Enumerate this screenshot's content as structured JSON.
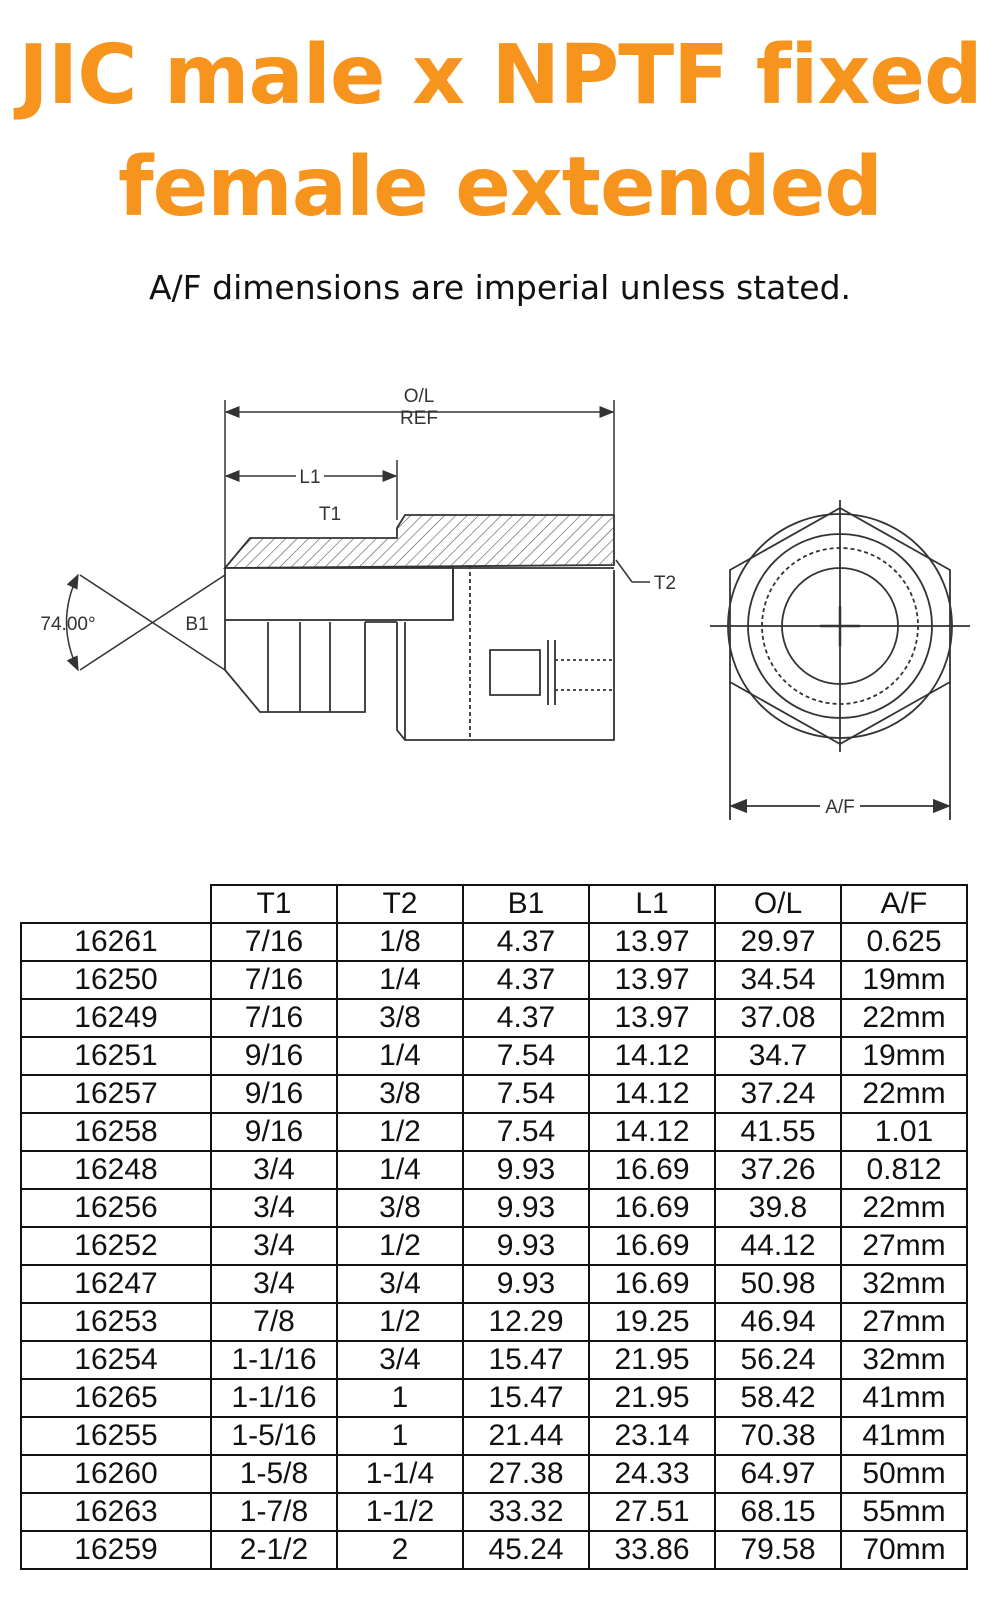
{
  "title_line1": "JIC male x NPTF fixed",
  "title_line2": "female extended",
  "subtitle": "A/F dimensions are imperial unless stated.",
  "drawing": {
    "ol_label": "O/L",
    "ref_label": "REF",
    "l1_label": "L1",
    "t1_label": "T1",
    "t2_label": "T2",
    "angle_label": "74.00°",
    "b1_label": "B1",
    "af_label": "A/F"
  },
  "table": {
    "headers": [
      "T1",
      "T2",
      "B1",
      "L1",
      "O/L",
      "A/F"
    ],
    "rows": [
      [
        "16261",
        "7/16",
        "1/8",
        "4.37",
        "13.97",
        "29.97",
        "0.625"
      ],
      [
        "16250",
        "7/16",
        "1/4",
        "4.37",
        "13.97",
        "34.54",
        "19mm"
      ],
      [
        "16249",
        "7/16",
        "3/8",
        "4.37",
        "13.97",
        "37.08",
        "22mm"
      ],
      [
        "16251",
        "9/16",
        "1/4",
        "7.54",
        "14.12",
        "34.7",
        "19mm"
      ],
      [
        "16257",
        "9/16",
        "3/8",
        "7.54",
        "14.12",
        "37.24",
        "22mm"
      ],
      [
        "16258",
        "9/16",
        "1/2",
        "7.54",
        "14.12",
        "41.55",
        "1.01"
      ],
      [
        "16248",
        "3/4",
        "1/4",
        "9.93",
        "16.69",
        "37.26",
        "0.812"
      ],
      [
        "16256",
        "3/4",
        "3/8",
        "9.93",
        "16.69",
        "39.8",
        "22mm"
      ],
      [
        "16252",
        "3/4",
        "1/2",
        "9.93",
        "16.69",
        "44.12",
        "27mm"
      ],
      [
        "16247",
        "3/4",
        "3/4",
        "9.93",
        "16.69",
        "50.98",
        "32mm"
      ],
      [
        "16253",
        "7/8",
        "1/2",
        "12.29",
        "19.25",
        "46.94",
        "27mm"
      ],
      [
        "16254",
        "1-1/16",
        "3/4",
        "15.47",
        "21.95",
        "56.24",
        "32mm"
      ],
      [
        "16265",
        "1-1/16",
        "1",
        "15.47",
        "21.95",
        "58.42",
        "41mm"
      ],
      [
        "16255",
        "1-5/16",
        "1",
        "21.44",
        "23.14",
        "70.38",
        "41mm"
      ],
      [
        "16260",
        "1-5/8",
        "1-1/4",
        "27.38",
        "24.33",
        "64.97",
        "50mm"
      ],
      [
        "16263",
        "1-7/8",
        "1-1/2",
        "33.32",
        "27.51",
        "68.15",
        "55mm"
      ],
      [
        "16259",
        "2-1/2",
        "2",
        "45.24",
        "33.86",
        "79.58",
        "70mm"
      ]
    ]
  }
}
